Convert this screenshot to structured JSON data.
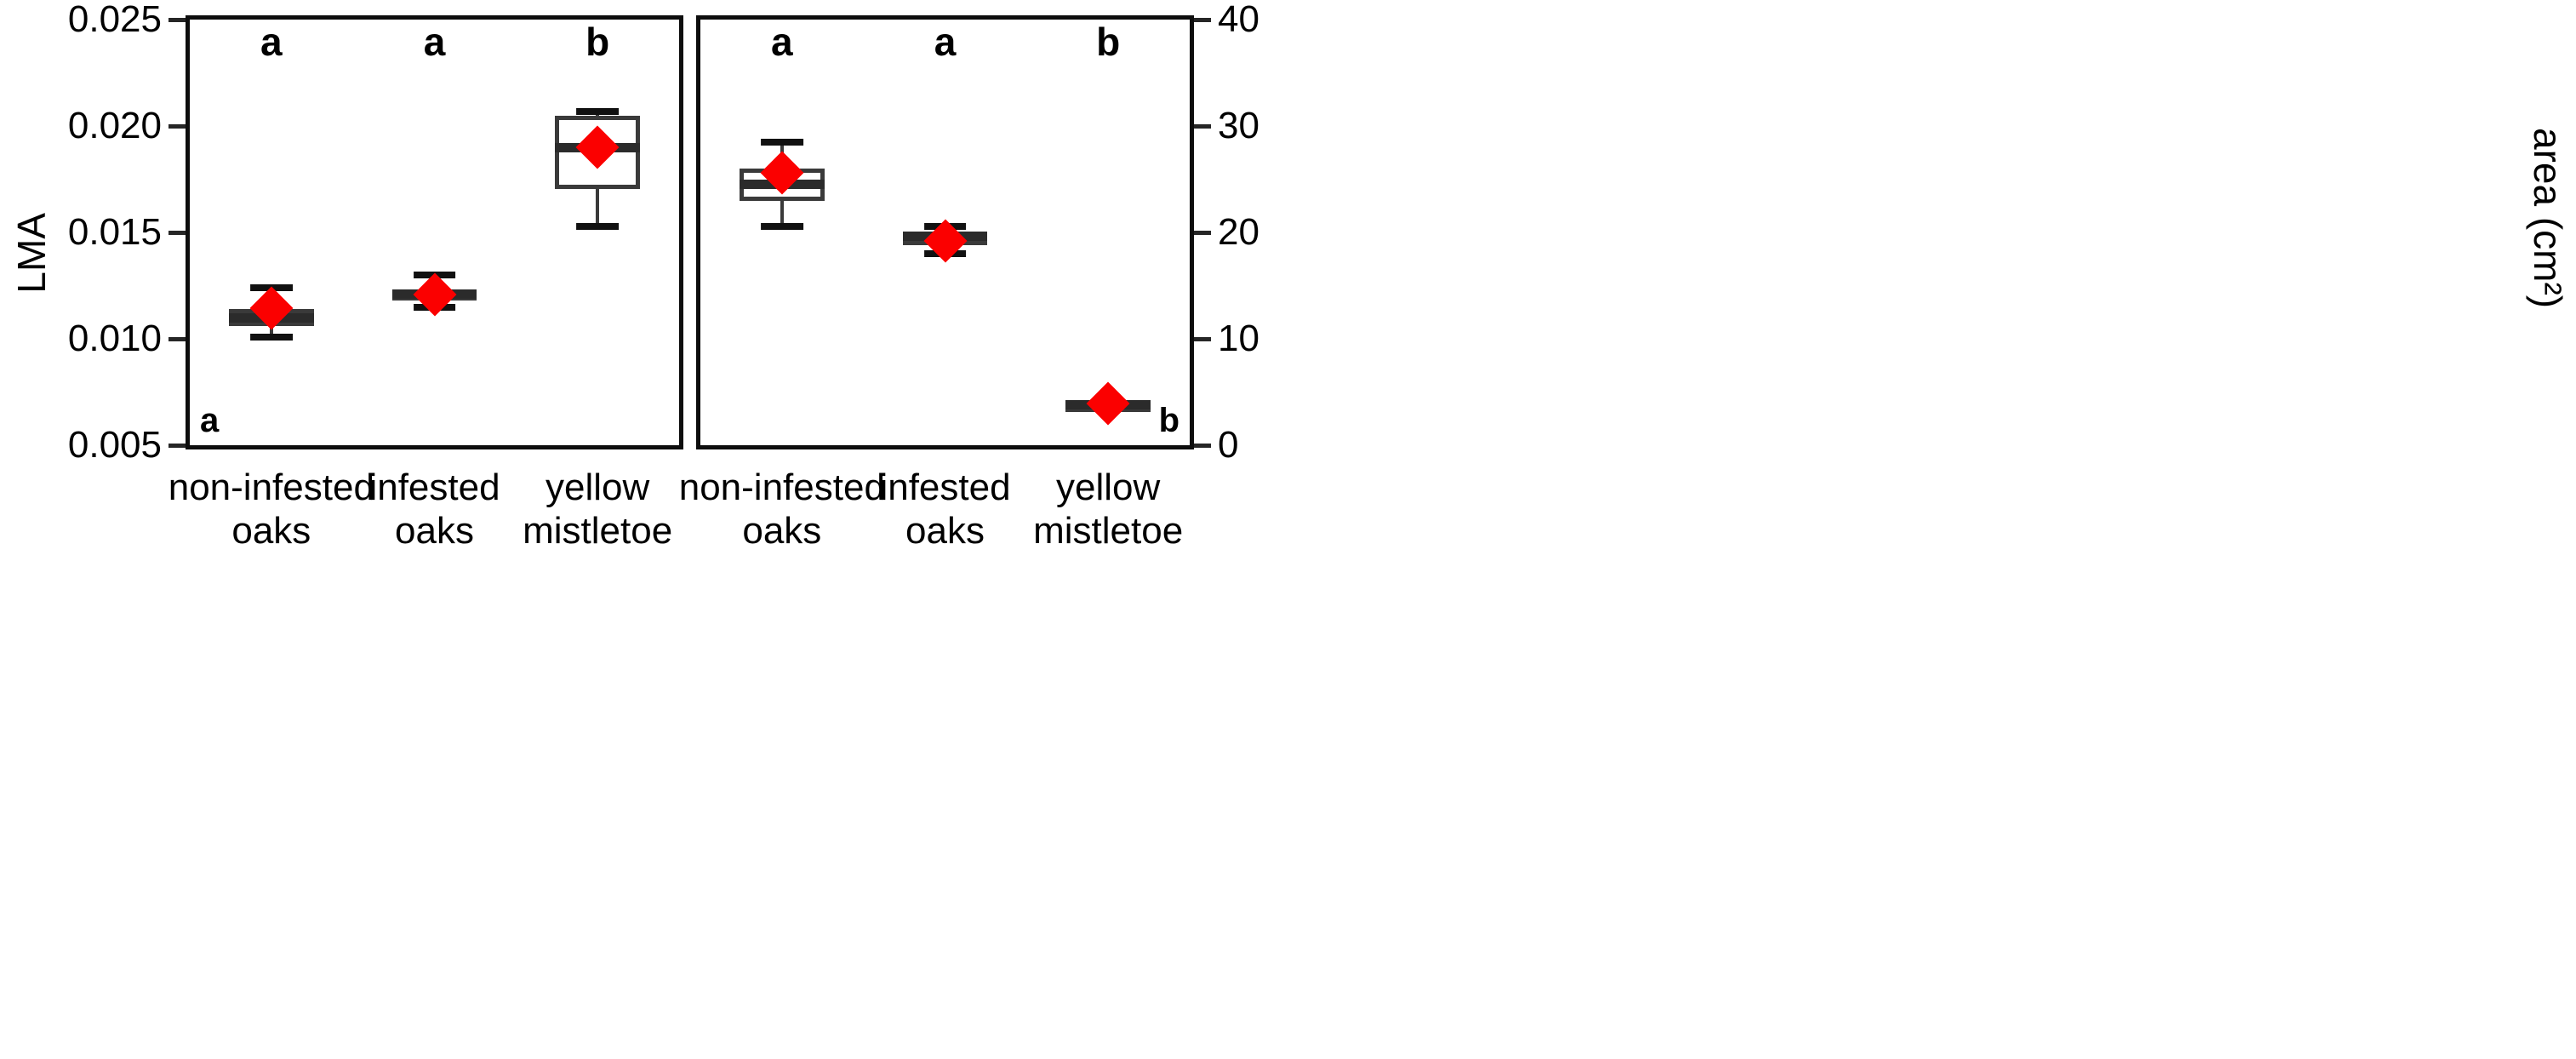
{
  "figure": {
    "panel_labels": [
      "a",
      "b"
    ],
    "significance_letters": [
      "a",
      "a",
      "b"
    ],
    "mean_marker_color": "#fb0000",
    "box_line_color": "#3a3a3a"
  },
  "chart_data": [
    {
      "type": "box",
      "panel": "a",
      "panel_label": "a",
      "title": "",
      "xlabel": "",
      "ylabel": "LMA",
      "ylim": [
        0.005,
        0.025
      ],
      "yticks": [
        0.005,
        0.01,
        0.015,
        0.02,
        0.025
      ],
      "ytick_labels": [
        "0.005",
        "0.010",
        "0.015",
        "0.020",
        "0.025"
      ],
      "grid": false,
      "legend": "none",
      "axis_side": "left",
      "categories": [
        "non-infested\noaks",
        "infested\noaks",
        "yellow\nmistletoe"
      ],
      "annotations": [
        "a",
        "a",
        "b"
      ],
      "boxes": [
        {
          "category": "non-infested oaks",
          "whisker_low": 0.0101,
          "q1": 0.0106,
          "median": 0.011,
          "q3": 0.0114,
          "whisker_high": 0.0124,
          "mean": 0.01145,
          "letter": "a"
        },
        {
          "category": "infested oaks",
          "whisker_low": 0.01148,
          "q1": 0.012,
          "median": 0.01212,
          "q3": 0.01222,
          "whisker_high": 0.013,
          "mean": 0.0121,
          "letter": "a"
        },
        {
          "category": "yellow mistletoe",
          "whisker_low": 0.0153,
          "q1": 0.01705,
          "median": 0.019,
          "q3": 0.0205,
          "whisker_high": 0.0207,
          "mean": 0.019,
          "letter": "b"
        }
      ]
    },
    {
      "type": "box",
      "panel": "b",
      "panel_label": "b",
      "title": "",
      "xlabel": "",
      "ylabel": "area (cm²)",
      "ylim": [
        0,
        40
      ],
      "yticks": [
        0,
        10,
        20,
        30,
        40
      ],
      "ytick_labels": [
        "0",
        "10",
        "20",
        "30",
        "40"
      ],
      "grid": false,
      "legend": "none",
      "axis_side": "right",
      "categories": [
        "non-infested\noaks",
        "infested\noaks",
        "yellow\nmistletoe"
      ],
      "annotations": [
        "a",
        "a",
        "b"
      ],
      "boxes": [
        {
          "category": "non-infested oaks",
          "whisker_low": 20.6,
          "q1": 23.0,
          "median": 24.6,
          "q3": 26.0,
          "whisker_high": 28.5,
          "mean": 25.6,
          "letter": "a"
        },
        {
          "category": "infested oaks",
          "whisker_low": 18.0,
          "q1": 18.8,
          "median": 19.7,
          "q3": 19.9,
          "whisker_high": 20.6,
          "mean": 19.2,
          "letter": "a"
        },
        {
          "category": "yellow mistletoe",
          "whisker_low": 3.8,
          "q1": 3.8,
          "median": 3.85,
          "q3": 3.9,
          "whisker_high": 3.9,
          "mean": 3.9,
          "letter": "b"
        }
      ]
    }
  ],
  "axes": {
    "left": {
      "title": "LMA",
      "tick_labels": [
        "0.025",
        "0.020",
        "0.015",
        "0.010",
        "0.005"
      ]
    },
    "right": {
      "title": "area (cm²)",
      "tick_labels": [
        "40",
        "30",
        "20",
        "10",
        "0"
      ]
    },
    "x": {
      "categories": [
        {
          "line1": "non-infested",
          "line2": "oaks"
        },
        {
          "line1": "infested",
          "line2": "oaks"
        },
        {
          "line1": "yellow",
          "line2": "mistletoe"
        }
      ]
    }
  }
}
